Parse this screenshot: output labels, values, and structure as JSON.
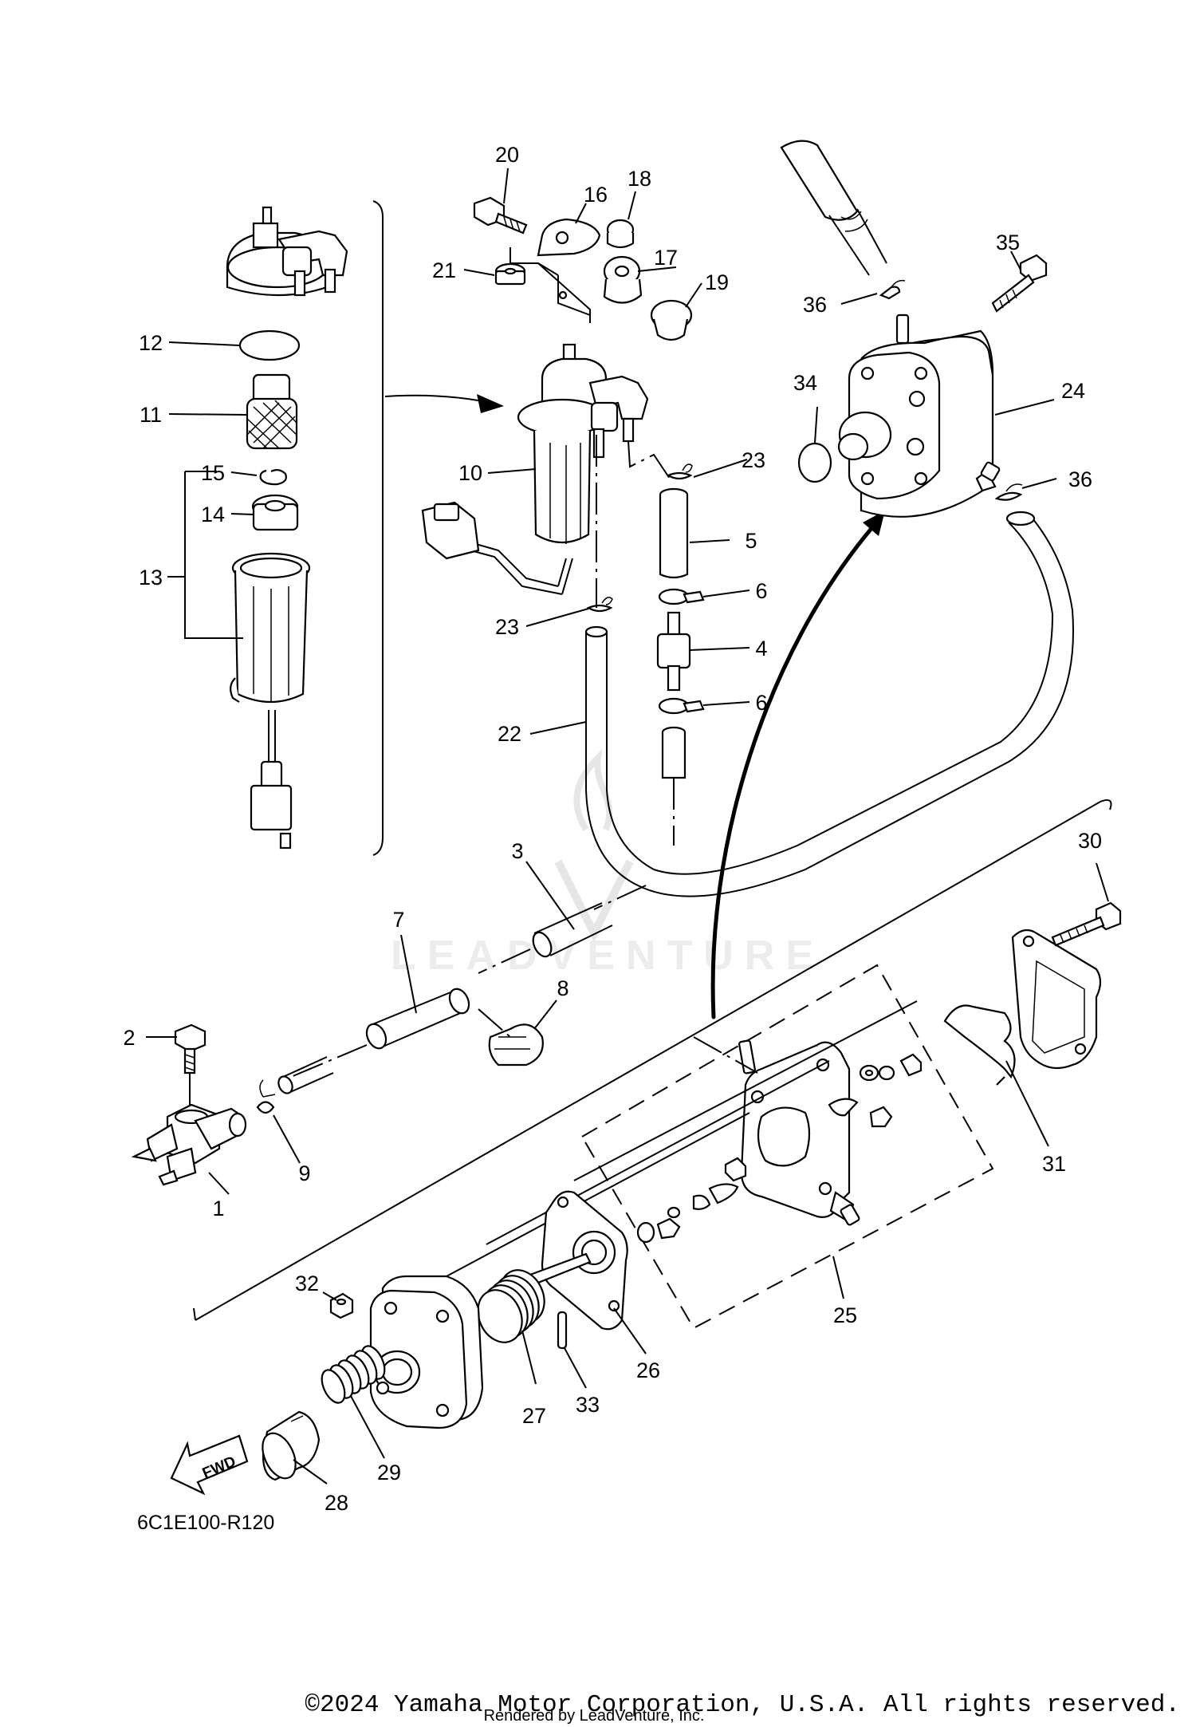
{
  "diagram": {
    "diagram_code": "6C1E100-R120",
    "fwd_label": "FWD",
    "watermark": "LEADVENTURE",
    "copyright": "©2024 Yamaha Motor Corporation, U.S.A. All rights reserved.",
    "rendered_by": "Rendered by LeadVenture, Inc.",
    "callouts": [
      {
        "id": "c1",
        "text": "1"
      },
      {
        "id": "c2",
        "text": "2"
      },
      {
        "id": "c3",
        "text": "3"
      },
      {
        "id": "c4",
        "text": "4"
      },
      {
        "id": "c5",
        "text": "5"
      },
      {
        "id": "c6a",
        "text": "6"
      },
      {
        "id": "c6b",
        "text": "6"
      },
      {
        "id": "c7",
        "text": "7"
      },
      {
        "id": "c8",
        "text": "8"
      },
      {
        "id": "c9",
        "text": "9"
      },
      {
        "id": "c10",
        "text": "10"
      },
      {
        "id": "c11",
        "text": "11"
      },
      {
        "id": "c12",
        "text": "12"
      },
      {
        "id": "c13",
        "text": "13"
      },
      {
        "id": "c14",
        "text": "14"
      },
      {
        "id": "c15",
        "text": "15"
      },
      {
        "id": "c16",
        "text": "16"
      },
      {
        "id": "c17",
        "text": "17"
      },
      {
        "id": "c18",
        "text": "18"
      },
      {
        "id": "c19",
        "text": "19"
      },
      {
        "id": "c20",
        "text": "20"
      },
      {
        "id": "c21",
        "text": "21"
      },
      {
        "id": "c22",
        "text": "22"
      },
      {
        "id": "c23a",
        "text": "23"
      },
      {
        "id": "c23b",
        "text": "23"
      },
      {
        "id": "c24",
        "text": "24"
      },
      {
        "id": "c25",
        "text": "25"
      },
      {
        "id": "c26",
        "text": "26"
      },
      {
        "id": "c27",
        "text": "27"
      },
      {
        "id": "c28",
        "text": "28"
      },
      {
        "id": "c29",
        "text": "29"
      },
      {
        "id": "c30",
        "text": "30"
      },
      {
        "id": "c31",
        "text": "31"
      },
      {
        "id": "c32",
        "text": "32"
      },
      {
        "id": "c33",
        "text": "33"
      },
      {
        "id": "c34",
        "text": "34"
      },
      {
        "id": "c35",
        "text": "35"
      },
      {
        "id": "c36a",
        "text": "36"
      },
      {
        "id": "c36b",
        "text": "36"
      }
    ]
  }
}
